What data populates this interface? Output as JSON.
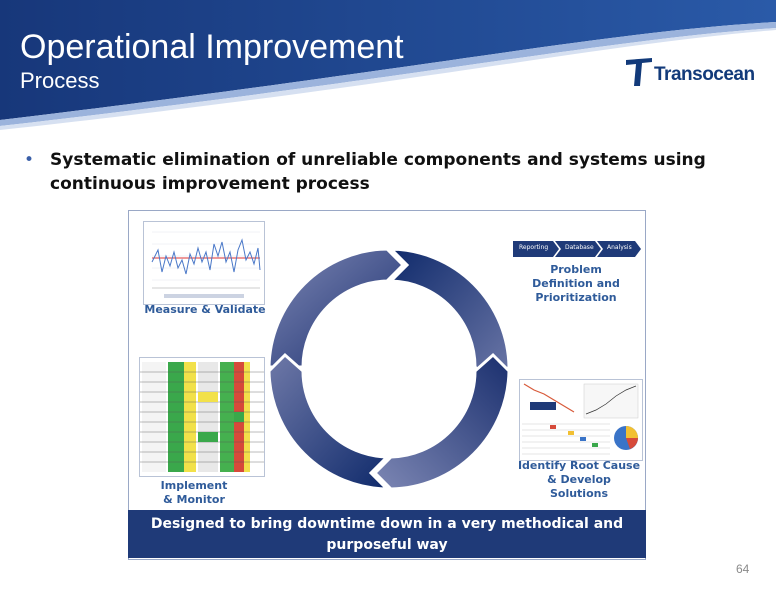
{
  "header": {
    "title": "Operational Improvement",
    "subtitle": "Process",
    "logo_text": "Transocean"
  },
  "bullet": {
    "text": "Systematic elimination of unreliable components and systems using continuous improvement process"
  },
  "diagram": {
    "stages": [
      {
        "label": "Measure & Validate"
      },
      {
        "label": "Problem Definition and Prioritization"
      },
      {
        "label": "Identify Root Cause & Develop Solutions"
      },
      {
        "label": "Implement & Monitor"
      }
    ],
    "flow_steps": [
      "Reporting",
      "Database",
      "Analysis"
    ],
    "caption": "Designed to bring downtime down in a very methodical and purposeful way"
  },
  "footer": {
    "page_number": "64"
  },
  "colors": {
    "banner_blue": "#1b3f86",
    "cycle_dark": "#0f2a6b",
    "cycle_light": "#6f79a8",
    "label_blue": "#2f5b9a"
  }
}
